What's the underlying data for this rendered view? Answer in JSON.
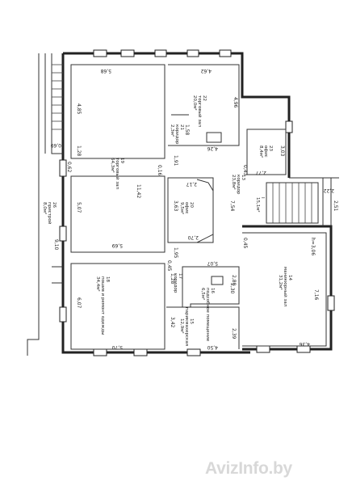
{
  "rooms": [
    {
      "id": "r19",
      "num": "19",
      "name": "торговый зал",
      "area": "64,3м²"
    },
    {
      "id": "r22",
      "num": "22",
      "name": "торговый зал",
      "area": "20,0м²"
    },
    {
      "id": "r21",
      "num": "21",
      "name": "коридор",
      "area": "2,3м²"
    },
    {
      "id": "r23",
      "num": "23",
      "name": "офис",
      "area": "8,4м²"
    },
    {
      "id": "r13",
      "num": "13",
      "name": "коридор",
      "area": "23,8м²"
    },
    {
      "id": "r20",
      "num": "20",
      "name": "офис",
      "area": "9,5м²"
    },
    {
      "id": "r1",
      "num": "I",
      "name": "",
      "area": "15,1м²"
    },
    {
      "id": "r18",
      "num": "18",
      "name": "пошив и ремонт одежды",
      "area": "34,4м²"
    },
    {
      "id": "r17",
      "num": "17",
      "name": "коридор",
      "area": ""
    },
    {
      "id": "r16",
      "num": "16",
      "name": "подсобное помещение",
      "area": "6,5м²"
    },
    {
      "id": "r15",
      "num": "15",
      "name": "парикмахерская",
      "area": "12,9м²"
    },
    {
      "id": "r14",
      "num": "14",
      "name": "маникюрный зал",
      "area": "31,2м²"
    },
    {
      "id": "r26",
      "num": "26",
      "name": "пристрой",
      "area": "8,0м²"
    }
  ],
  "dimensions": {
    "d1": "5,68",
    "d2": "4,62",
    "d3": "4,85",
    "d4": "4,96",
    "d5": "1,58",
    "d6": "4,26",
    "d7": "3,03",
    "d8": "2,77",
    "d9": "0,43",
    "d10": "0,62",
    "d11": "1,28",
    "d12": "0,16",
    "d13": "11,42",
    "d14": "1,91",
    "d15": "2,17",
    "d16": "3,63",
    "d17": "7,54",
    "d18": "5,07",
    "d19": "5,69",
    "d20": "2,70",
    "d21": "1,95",
    "d22": "0,45",
    "d23": "9,10",
    "d24": "5,07",
    "d25": "0,45",
    "d26": "2,80",
    "d27": "h=3,06",
    "d28": "6,07",
    "d29": "1,28",
    "d30": "2,30",
    "d31": "7,16",
    "d32": "3,42",
    "d33": "2,39",
    "d34": "5,70",
    "d35": "4,50",
    "d36": "4,36",
    "d37": "0,69",
    "d38": "2,51",
    "d39": "2,22"
  },
  "watermark": {
    "main": "AvizInfo",
    "suffix": ".by"
  }
}
